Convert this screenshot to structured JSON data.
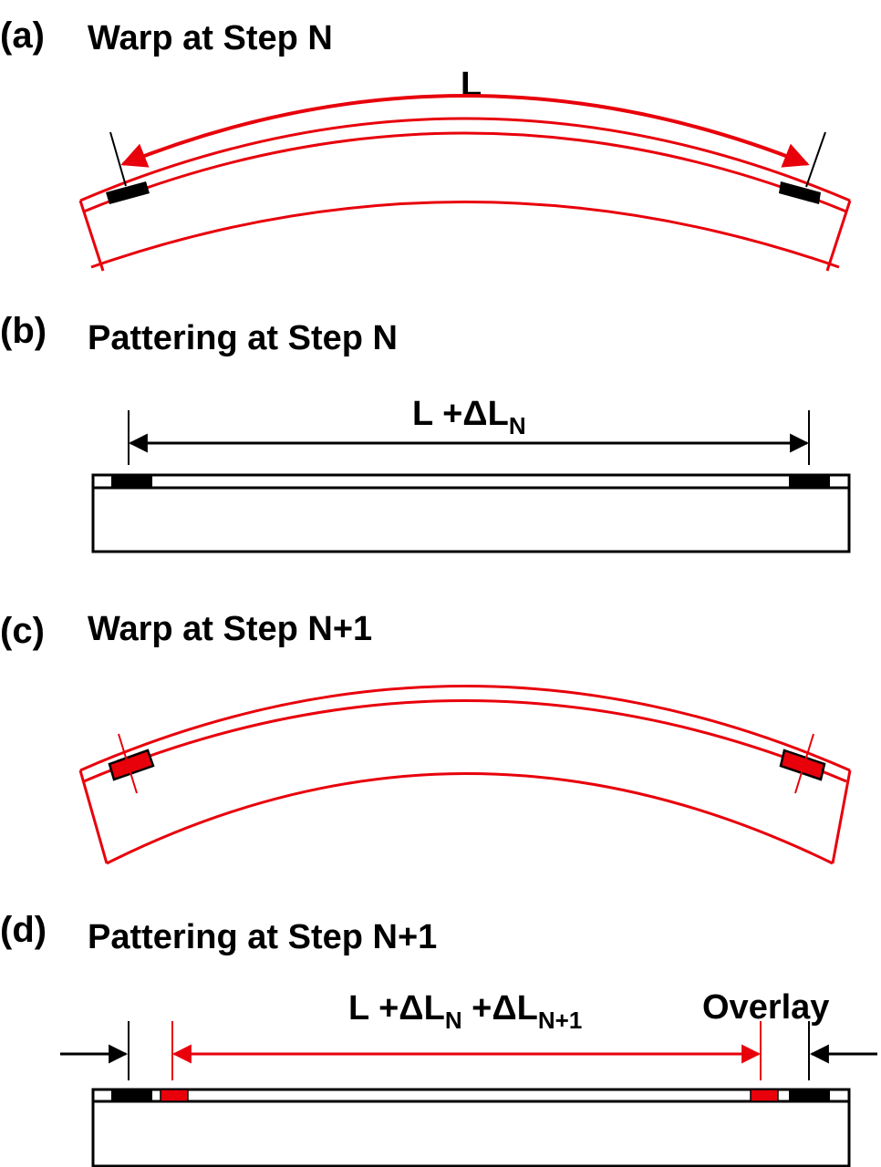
{
  "colors": {
    "warp": "#e8000b",
    "line": "#000000",
    "mark_old": "#000000",
    "mark_new": "#e8000b"
  },
  "panels": [
    {
      "letter": "(a)",
      "title": "Warp at Step N",
      "dim_main": "L",
      "dim_sub1": "",
      "dim_mid": "",
      "dim_sub2": ""
    },
    {
      "letter": "(b)",
      "title": "Pattering at Step N",
      "dim_main": "L +ΔL",
      "dim_sub1": "N",
      "dim_mid": "",
      "dim_sub2": ""
    },
    {
      "letter": "(c)",
      "title": "Warp at Step N+1",
      "dim_main": "",
      "dim_sub1": "",
      "dim_mid": "",
      "dim_sub2": ""
    },
    {
      "letter": "(d)",
      "title": "Pattering at Step N+1",
      "dim_main": "L +ΔL",
      "dim_sub1": "N",
      "dim_mid": " +ΔL",
      "dim_sub2": "N+1",
      "overlay": "Overlay"
    }
  ]
}
